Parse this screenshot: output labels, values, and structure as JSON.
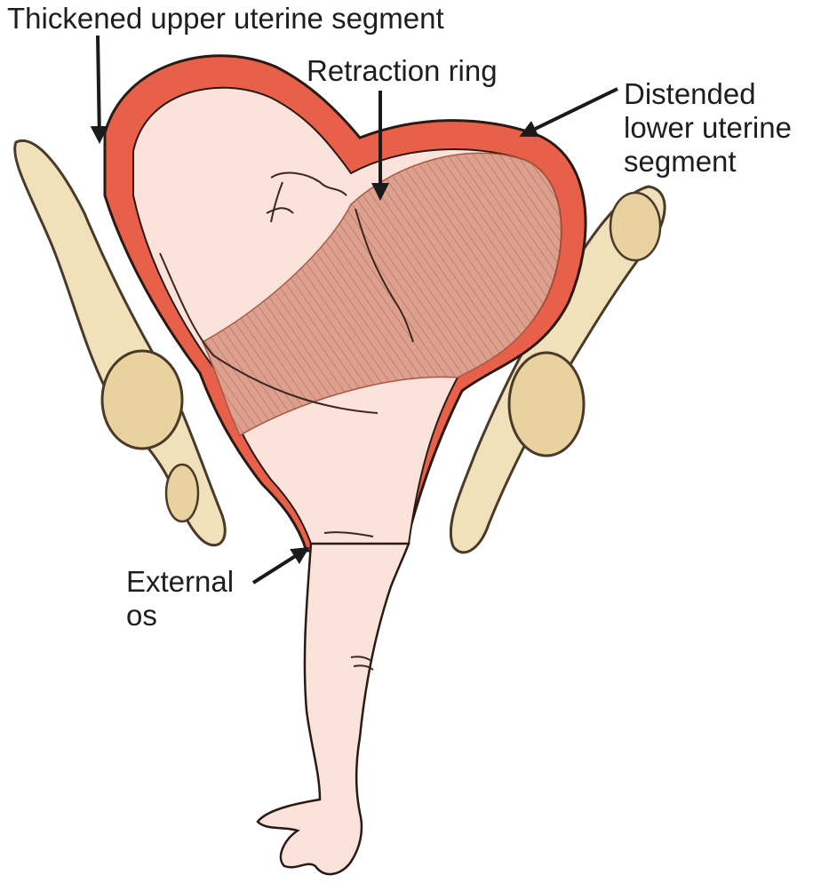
{
  "labels": {
    "upper_segment": "Thickened upper uterine segment",
    "retraction_ring": "Retraction ring",
    "lower_segment_line1": "Distended",
    "lower_segment_line2": "lower uterine",
    "lower_segment_line3": "segment",
    "external_os_line1": "External",
    "external_os_line2": "os"
  },
  "colors": {
    "uterine_wall": "#e8604a",
    "wall_outline": "#2a1a14",
    "fetal_skin": "#fbe3dc",
    "lower_segment_stretch": "#d99a88",
    "bone": "#f0e1ba",
    "arrow": "#1a1a1a"
  }
}
